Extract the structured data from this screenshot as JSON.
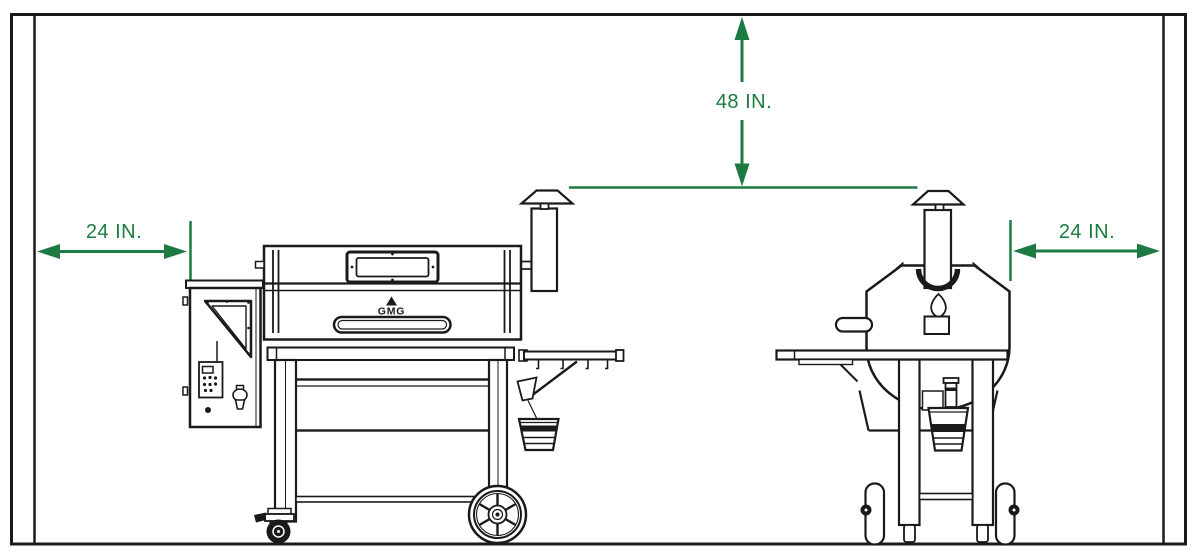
{
  "diagram": {
    "dimensions": {
      "left": "24 IN.",
      "top": "48 IN.",
      "right": "24 IN."
    },
    "logo": "GMG",
    "colors": {
      "dimension_green": "#1B7B42",
      "line": "#1A1A1A",
      "background": "#FFFFFF"
    }
  }
}
